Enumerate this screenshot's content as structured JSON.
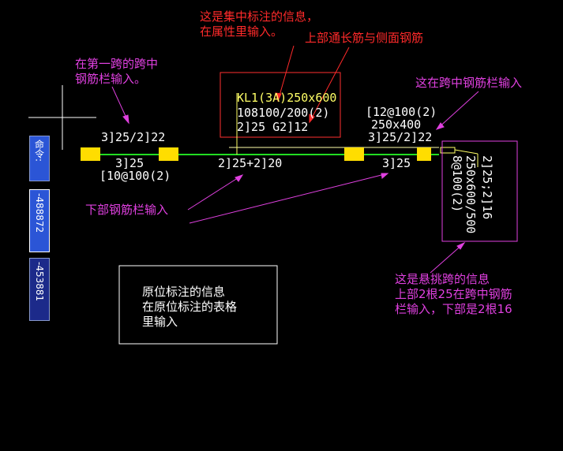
{
  "annotations": {
    "concentrated_info": [
      "这是集中标注的信息，",
      "在属性里输入。"
    ],
    "top_through_bars": "上部通长筋与侧面钢筋",
    "first_span_note": [
      "在第一跨的跨中",
      "钢筋栏输入。"
    ],
    "midspan_note": "这在跨中钢筋栏输入",
    "bottom_bar_note": "下部钢筋栏输入",
    "in_situ_box": [
      "原位标注的信息",
      "在原位标注的表格",
      "里输入"
    ],
    "cantilever_note": [
      "这是悬挑跨的信息",
      "上部2根25在跨中钢筋",
      "栏输入，下部是2根16"
    ]
  },
  "cad_labels": {
    "beam_name": "KL1(3A)250x600",
    "stirrup_main": "108100/200(2)",
    "top_bars": "2]25 G2]12",
    "span1_top": "3]25/2]22",
    "span1_bottom": "3]25",
    "span1_stirrup": "[10@100(2)",
    "span2_bottom": "2]25+2]20",
    "span3_stirrup": "[12@100(2)",
    "span3_size": "250x400",
    "span3_top": "3]25/2]22",
    "span3_bottom": "3]25",
    "cant_top": "2]25;2]16",
    "cant_size": "250x600/500",
    "cant_stirrup": "8@100(2)"
  },
  "command_tabs": [
    "命令:",
    "-488872",
    "-453881"
  ],
  "colors": {
    "beam": "#22dd22",
    "support": "#ffdd00",
    "red_note": "#ff2a2a",
    "magenta_note": "#e040e0",
    "background": "#000000"
  }
}
